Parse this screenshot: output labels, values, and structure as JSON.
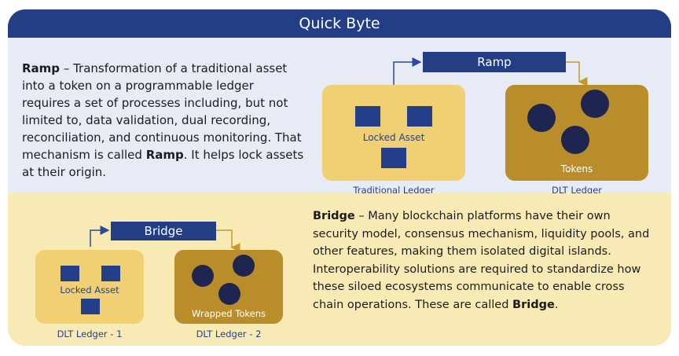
{
  "header": {
    "title": "Quick Byte"
  },
  "ramp": {
    "term": "Ramp",
    "dash": " – ",
    "body": "Transformation of a traditional asset into a token on a programmable ledger requires a set of processes including, but not limited to, data validation, dual recording, reconciliation, and continuous monitoring. That mechanism is called ",
    "term_end": "Ramp",
    "tail": ". It helps lock assets at their origin.",
    "banner": "Ramp",
    "left_inner": "Locked Asset",
    "left_caption": "Traditional Ledger",
    "right_inner": "Tokens",
    "right_caption": "DLT Ledger"
  },
  "bridge": {
    "term": "Bridge",
    "dash": " – ",
    "body": "Many blockchain platforms have their own security model, consensus mechanism, liquidity pools, and other features, making them isolated digital islands. Interoperability solutions are required to standardize how these siloed ecosystems communicate to enable cross chain operations. These are called ",
    "term_end": "Bridge",
    "tail": ".",
    "banner": "Bridge",
    "left_inner": "Locked Asset",
    "left_caption": "DLT Ledger - 1",
    "right_inner": "Wrapped Tokens",
    "right_caption": "DLT Ledger - 2"
  },
  "colors": {
    "header": "#233e85",
    "top_panel": "#e6ebf6",
    "bottom_panel": "#f7eab4",
    "traditional_ledger": "#f1cf73",
    "dlt_ledger": "#b88d2a",
    "asset_square": "#243f8a",
    "token_dot": "#1d2550",
    "connector_blue": "#2b4a9a",
    "connector_gold": "#c59a2c"
  }
}
